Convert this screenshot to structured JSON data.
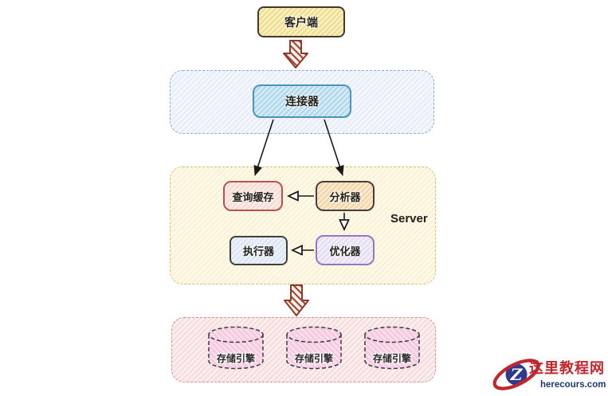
{
  "diagram": {
    "client": {
      "label": "客户端"
    },
    "connection_layer": {
      "connector": {
        "label": "连接器"
      }
    },
    "server_layer": {
      "label": "Server",
      "query_cache": {
        "label": "查询缓存"
      },
      "analyzer": {
        "label": "分析器"
      },
      "executor": {
        "label": "执行器"
      },
      "optimizer": {
        "label": "优化器"
      }
    },
    "storage_layer": {
      "engines": [
        "存储引擎",
        "存储引擎",
        "存储引擎"
      ]
    },
    "colors": {
      "client_fill": "#f2df8e",
      "connection_layer_fill": "#e9effa",
      "connector_border": "#4a94bd",
      "server_layer_fill": "#fbf3d6",
      "query_cache_border": "#b5544d",
      "optimizer_border": "#9379c4",
      "storage_layer_fill": "#f8dede",
      "cylinder_fill": "#f5cbe1",
      "block_arrow": "#8d3a2b"
    }
  },
  "watermark": {
    "logo_letter": "Z",
    "site_name": "这里教程网",
    "site_url": "herecours.com",
    "brand_red": "#c1272d",
    "brand_navy": "#1a3a75"
  }
}
